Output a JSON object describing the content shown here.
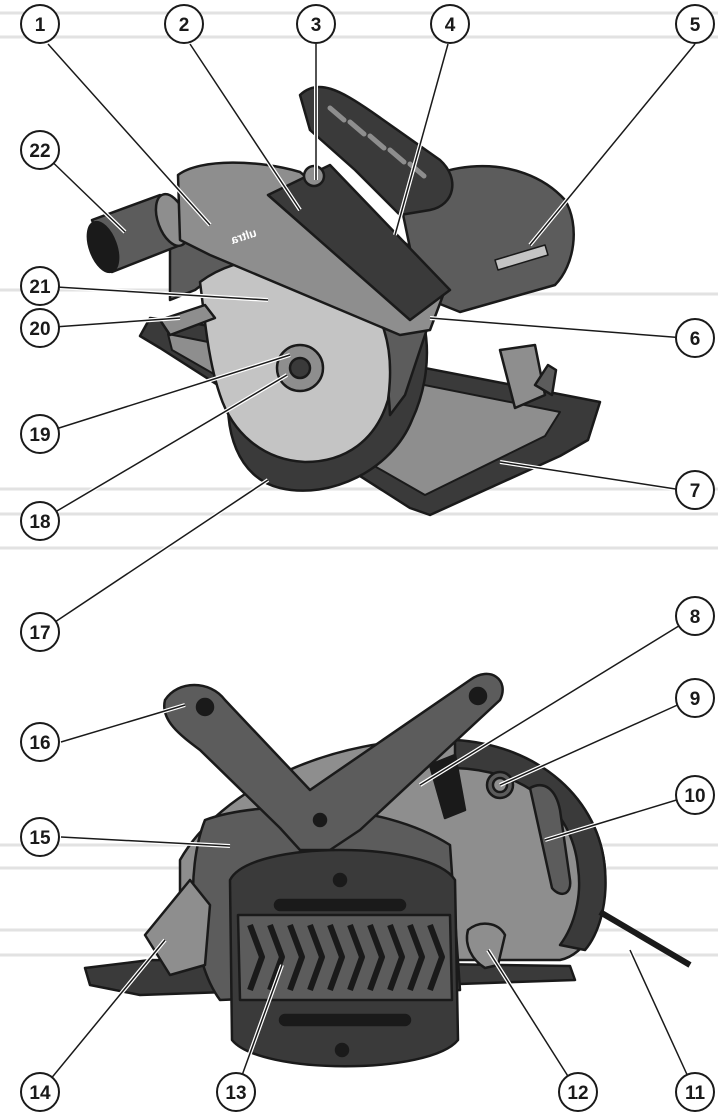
{
  "figure": {
    "views": [
      "top-view",
      "side-view"
    ],
    "brand_mark": "ultra"
  },
  "callouts": [
    {
      "id": "1",
      "label": "1"
    },
    {
      "id": "2",
      "label": "2"
    },
    {
      "id": "3",
      "label": "3"
    },
    {
      "id": "4",
      "label": "4"
    },
    {
      "id": "5",
      "label": "5"
    },
    {
      "id": "6",
      "label": "6"
    },
    {
      "id": "7",
      "label": "7"
    },
    {
      "id": "8",
      "label": "8"
    },
    {
      "id": "9",
      "label": "9"
    },
    {
      "id": "10",
      "label": "10"
    },
    {
      "id": "11",
      "label": "11"
    },
    {
      "id": "12",
      "label": "12"
    },
    {
      "id": "13",
      "label": "13"
    },
    {
      "id": "14",
      "label": "14"
    },
    {
      "id": "15",
      "label": "15"
    },
    {
      "id": "16",
      "label": "16"
    },
    {
      "id": "17",
      "label": "17"
    },
    {
      "id": "18",
      "label": "18"
    },
    {
      "id": "19",
      "label": "19"
    },
    {
      "id": "20",
      "label": "20"
    },
    {
      "id": "21",
      "label": "21"
    },
    {
      "id": "22",
      "label": "22"
    }
  ],
  "colors": {
    "outline": "#1a1a1a",
    "dark": "#3a3a3a",
    "mid": "#5c5c5c",
    "light": "#8e8e8e",
    "pale": "#c4c4c4",
    "guide_line": "#e2e2e2"
  }
}
